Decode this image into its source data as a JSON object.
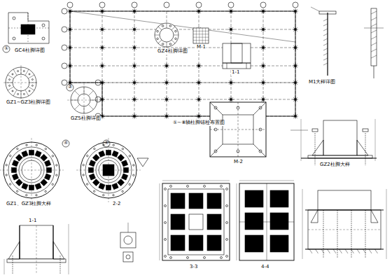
{
  "diagram": {
    "labels": [
      "GC4柱脚详图",
      "①",
      "GZ1~GZ3柱脚详图",
      "GZ5柱脚详图",
      "GZ4柱脚详图",
      "①~⑧轴柱脚锚栓布置图",
      "1-1",
      "M1大样详图",
      "M-2",
      "GZ2柱脚大样",
      "GZ1、GZ3柱脚大样",
      "2-2",
      "1-1",
      "3-3",
      "4-4",
      "④",
      "④",
      "②",
      "M-1"
    ]
  }
}
